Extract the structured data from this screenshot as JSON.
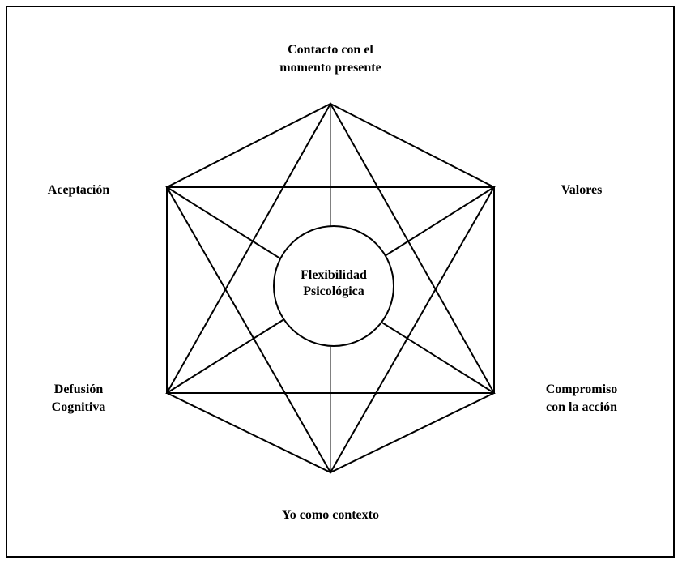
{
  "labels": {
    "top_line1": "Contacto con el",
    "top_line2": "momento presente",
    "upper_left": "Aceptación",
    "upper_right": "Valores",
    "lower_left_line1": "Defusión",
    "lower_left_line2": "Cognitiva",
    "lower_right_line1": "Compromiso",
    "lower_right_line2": "con la acción",
    "bottom": "Yo como contexto",
    "center_line1": "Flexibilidad",
    "center_line2": "Psicológica"
  }
}
